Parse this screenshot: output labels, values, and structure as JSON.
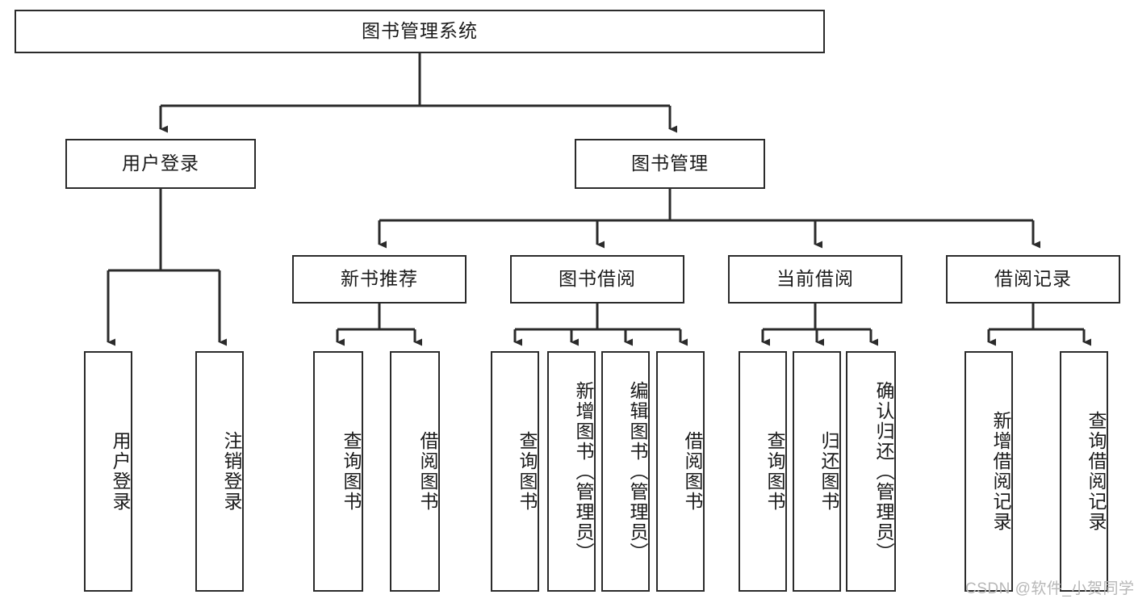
{
  "diagram": {
    "title": "图书管理系统",
    "type": "tree-hierarchy-chart",
    "root": {
      "label": "图书管理系统"
    },
    "level2": [
      {
        "label": "用户登录"
      },
      {
        "label": "图书管理"
      }
    ],
    "level3": [
      {
        "label": "新书推荐"
      },
      {
        "label": "图书借阅"
      },
      {
        "label": "当前借阅"
      },
      {
        "label": "借阅记录"
      }
    ],
    "leaves": {
      "user_login": [
        {
          "label": "用户登录"
        },
        {
          "label": "注销登录"
        }
      ],
      "new_book_recommend": [
        {
          "label": "查询图书"
        },
        {
          "label": "借阅图书"
        }
      ],
      "book_borrow": [
        {
          "label": "查询图书"
        },
        {
          "label": "新增图书（管理员）"
        },
        {
          "label": "编辑图书（管理员）"
        },
        {
          "label": "借阅图书"
        }
      ],
      "current_borrow": [
        {
          "label": "查询图书"
        },
        {
          "label": "归还图书"
        },
        {
          "label": "确认归还（管理员）"
        }
      ],
      "borrow_record": [
        {
          "label": "新增借阅记录"
        },
        {
          "label": "查询借阅记录"
        }
      ]
    }
  },
  "watermark": {
    "text": "CSDN @软件_小贺同学"
  },
  "colors": {
    "stroke": "#2b2b2b",
    "text": "#1b1b1b",
    "background": "#ffffff",
    "watermark": "#b7b7b7"
  }
}
